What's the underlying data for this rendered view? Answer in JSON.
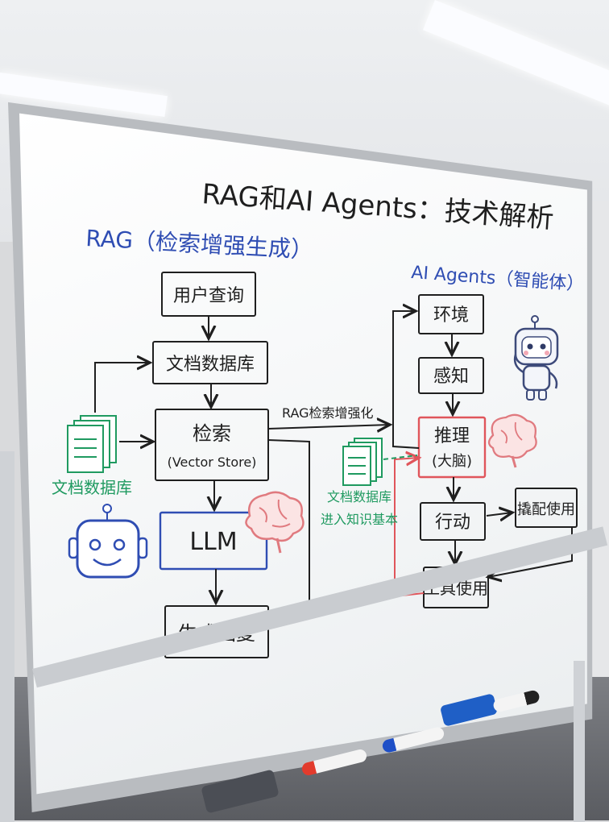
{
  "board": {
    "title": "RAG和AI Agents：技术解析",
    "rag": {
      "heading": "RAG（检索增强生成）",
      "nodes": {
        "user_query": "用户查询",
        "doc_db": "文档数据库",
        "retrieval": "检索",
        "retrieval_sub": "(Vector Store)",
        "llm": "LLM",
        "generate": "生成回复"
      },
      "side_label": "文档数据库"
    },
    "agents": {
      "heading": "AI Agents（智能体）",
      "nodes": {
        "environment": "环境",
        "perception": "感知",
        "reasoning": "推理",
        "reasoning_sub": "(大脑)",
        "action": "行动",
        "tool_use": "工具使用",
        "tool_use_right": "撬配使用"
      },
      "side_label_1": "文档数据库",
      "side_label_2": "进入知识基本"
    },
    "connector_label": "RAG检索增强化"
  },
  "colors": {
    "ink": "#1f1f1f",
    "blue": "#2f4db3",
    "green": "#1f9a60",
    "red": "#e0555b",
    "brain": "#e07a7f"
  }
}
